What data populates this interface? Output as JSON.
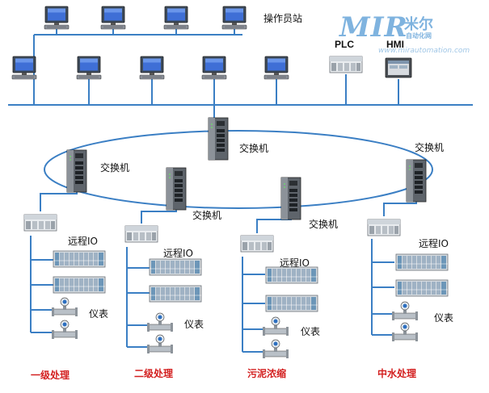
{
  "labels": {
    "operator_station": "操作员站",
    "plc": "PLC",
    "hmi": "HMI",
    "switch": "交换机",
    "remote_io": "远程IO",
    "instrument": "仪表"
  },
  "zones": [
    "一级处理",
    "二级处理",
    "污泥浓缩",
    "中水处理"
  ],
  "logo": {
    "brand": "MIR",
    "brand_cn": "米尔",
    "subtitle": "自动化网",
    "url": "www.mirautomation.com"
  },
  "colors": {
    "bus_line": "#3b7fc4",
    "ring_line": "#3b7fc4",
    "zone_label": "#d31f1f",
    "logo": "#7fb3df"
  },
  "icons": [
    "desktop-computer-icon",
    "industrial-switch-icon",
    "plc-controller-icon",
    "hmi-panel-icon",
    "remote-io-rack-icon",
    "flow-meter-icon"
  ]
}
